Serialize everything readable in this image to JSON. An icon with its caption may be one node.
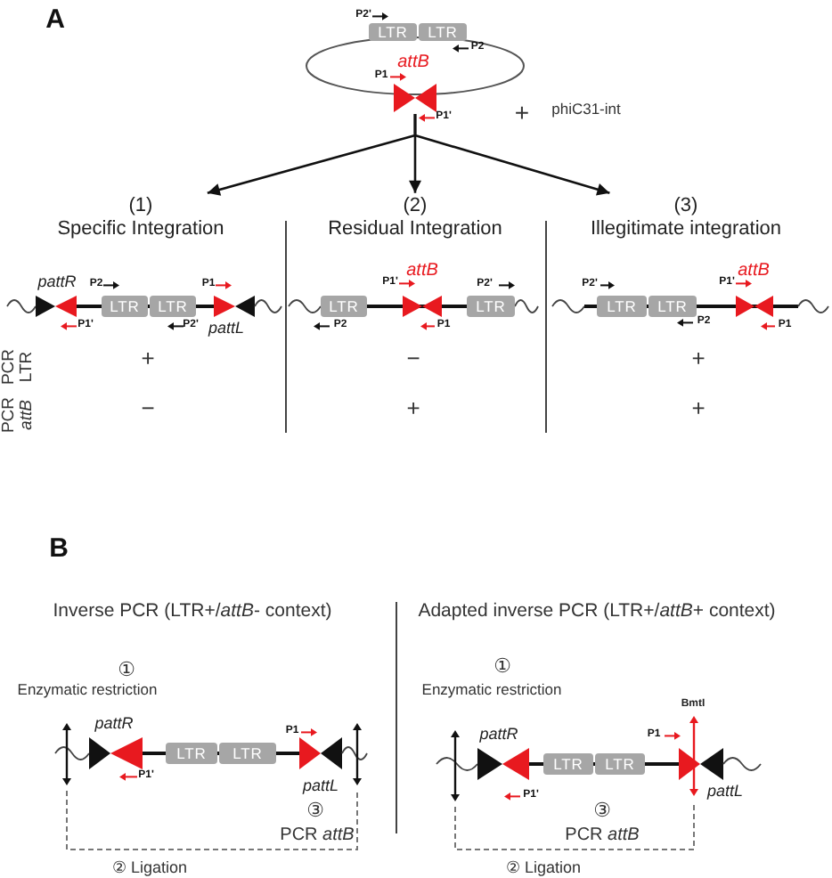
{
  "diagram": {
    "nodes": [
      {
        "text": [],
        "shape": "circle"
      },
      {
        "text": [
          "LTR"
        ]
      },
      {
        "text": [
          "LTR"
        ]
      },
      {
        "text": [
          "(1)",
          "Specific Integration"
        ]
      },
      {
        "text": [
          "(2)",
          "Residual Integration"
        ]
      },
      {
        "text": [
          "(3)",
          "Illegitimate integration"
        ]
      },
      {
        "text": [
          "LTR"
        ]
      },
      {
        "text": [
          "LTR"
        ]
      },
      {
        "text": [
          "LTR"
        ]
      },
      {
        "text": [
          "LTR"
        ]
      },
      {
        "text": [
          "LTR"
        ]
      },
      {
        "text": [
          "LTR"
        ]
      },
      {
        "text": [
          "LTR"
        ]
      },
      {
        "text": [
          "LTR"
        ]
      },
      {
        "text": [
          "LTR"
        ]
      },
      {
        "text": [
          "LTR"
        ]
      }
    ],
    "edges": [
      {
        "from": 0,
        "to": 3,
        "arrow": "to"
      },
      {
        "from": 0,
        "to": 4,
        "arrow": "to"
      },
      {
        "from": 0,
        "to": 5,
        "arrow": "to"
      }
    ],
    "labels": [
      "A",
      "P2'",
      "P2",
      "attB",
      "P1",
      "P1'",
      "+",
      "phiC31-int",
      "pattR",
      "P2",
      "P1",
      "P1'",
      "P2'",
      "pattL",
      "attB",
      "P1'",
      "P2'",
      "P2",
      "P1",
      "P2'",
      "attB",
      "P1'",
      "P2",
      "P1",
      "PCR LTR",
      "+",
      "−",
      "+",
      "PCR *attB*",
      "−",
      "+",
      "+",
      "B",
      "Inverse PCR (LTR+/*attB*- context)",
      "Adapted inverse PCR (LTR+/*attB*+ context)",
      "①",
      "Enzymatic restriction",
      "pattR",
      "P1",
      "P1'",
      "pattL",
      "③",
      "PCR *attB*",
      "② Ligation",
      "①",
      "Enzymatic restriction",
      "BmtI",
      "pattR",
      "P1",
      "P1'",
      "pattL",
      "③",
      "PCR *attB*",
      "② Ligation"
    ]
  }
}
